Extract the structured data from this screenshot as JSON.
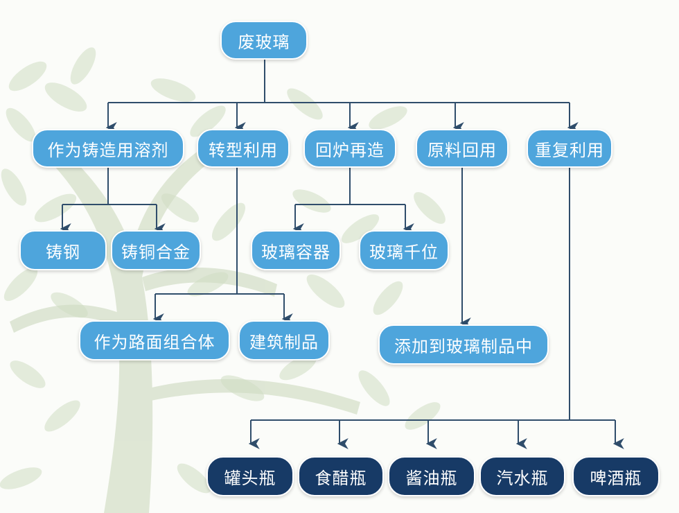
{
  "colors": {
    "node_light": "#4ea5dc",
    "node_dark": "#173a66",
    "connector": "#2f4d6b",
    "tree": "#cdd9c0"
  },
  "root": {
    "label": "废玻璃"
  },
  "level1": [
    {
      "label": "作为铸造用溶剂"
    },
    {
      "label": "转型利用"
    },
    {
      "label": "回炉再造"
    },
    {
      "label": "原料回用"
    },
    {
      "label": "重复利用"
    }
  ],
  "level2": {
    "casting": [
      {
        "label": "铸钢"
      },
      {
        "label": "铸铜合金"
      }
    ],
    "transform": [
      {
        "label": "作为路面组合体"
      },
      {
        "label": "建筑制品"
      }
    ],
    "remelt": [
      {
        "label": "玻璃容器"
      },
      {
        "label": "玻璃千位"
      }
    ],
    "raw": [
      {
        "label": "添加到玻璃制品中"
      }
    ],
    "reuse": [
      {
        "label": "罐头瓶"
      },
      {
        "label": "食醋瓶"
      },
      {
        "label": "酱油瓶"
      },
      {
        "label": "汽水瓶"
      },
      {
        "label": "啤酒瓶"
      }
    ]
  }
}
